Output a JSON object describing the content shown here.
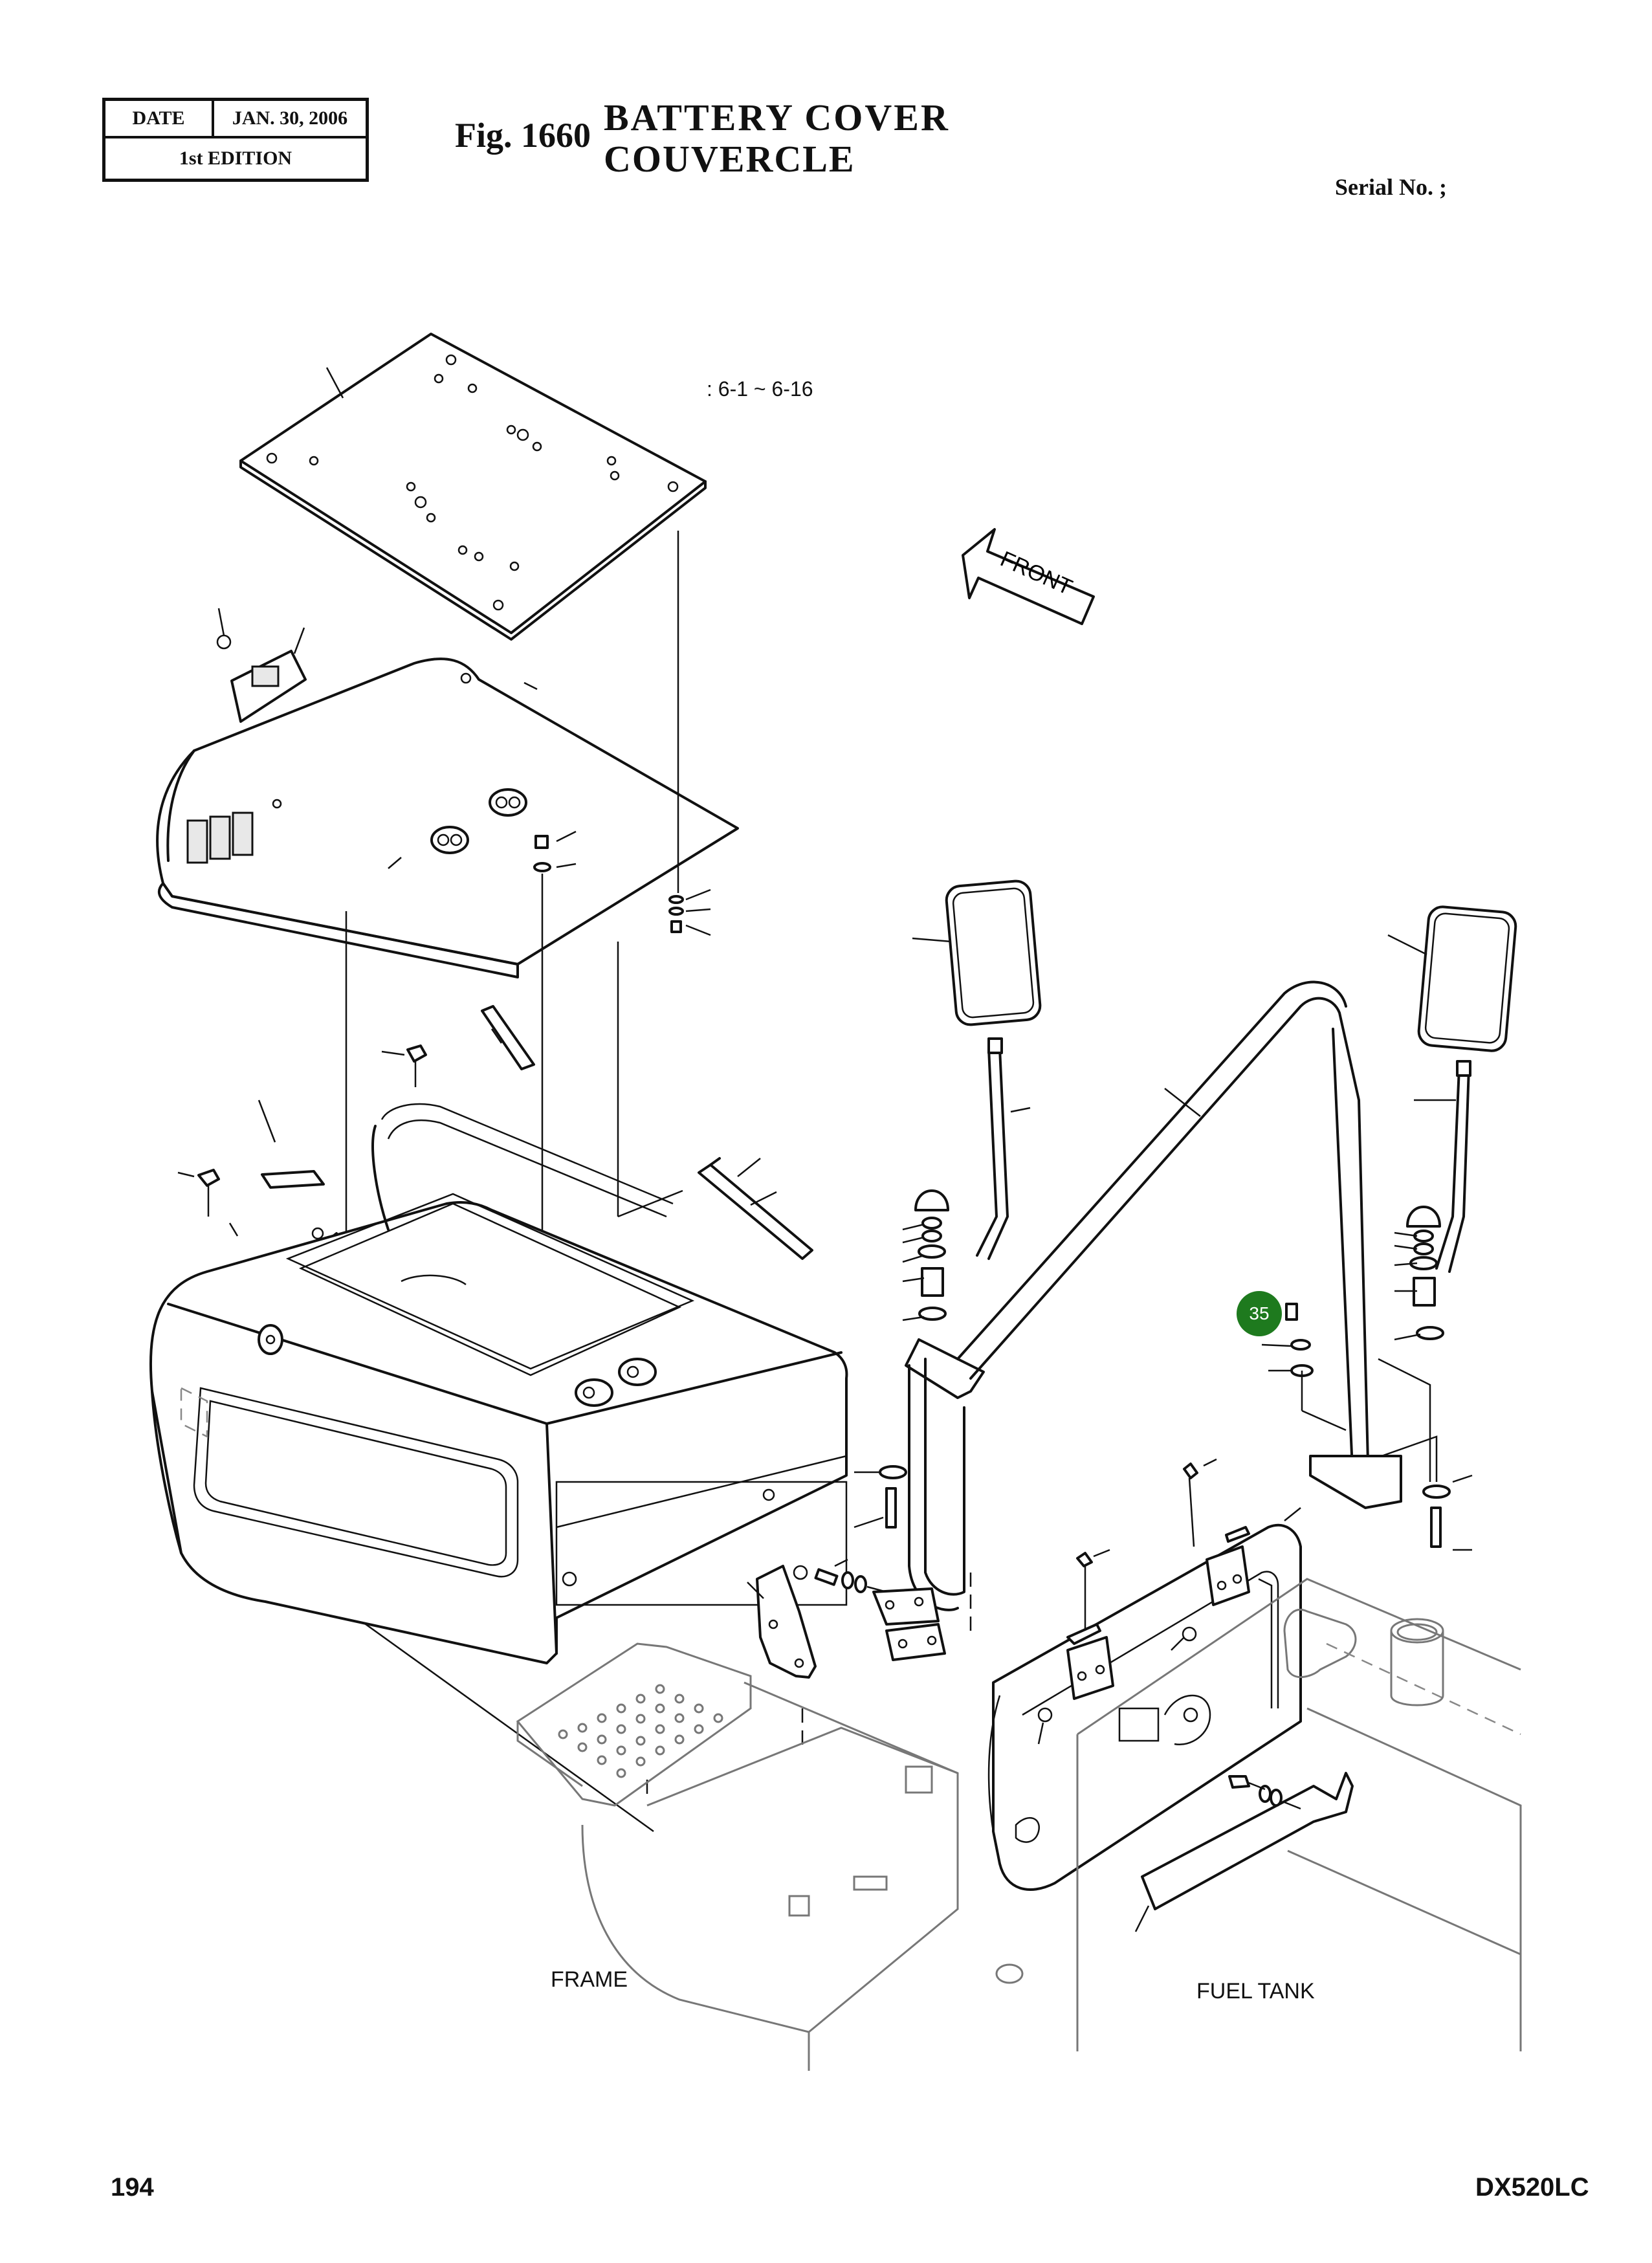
{
  "header": {
    "date_label": "DATE",
    "date_value": "JAN. 30, 2006",
    "edition": "1st EDITION",
    "fig_number": "Fig. 1660",
    "title_en": "BATTERY  COVER",
    "title_fr": "COUVERCLE",
    "serial": "Serial No. ;"
  },
  "diagram": {
    "reference_range": ": 6-1 ~ 6-16",
    "front_arrow_label": "FRONT",
    "callout": "35",
    "callout_color": "#1e7a1e",
    "labels": {
      "frame": "FRAME",
      "fuel_tank": "FUEL TANK"
    }
  },
  "footer": {
    "page_number": "194",
    "model": "DX520LC"
  }
}
